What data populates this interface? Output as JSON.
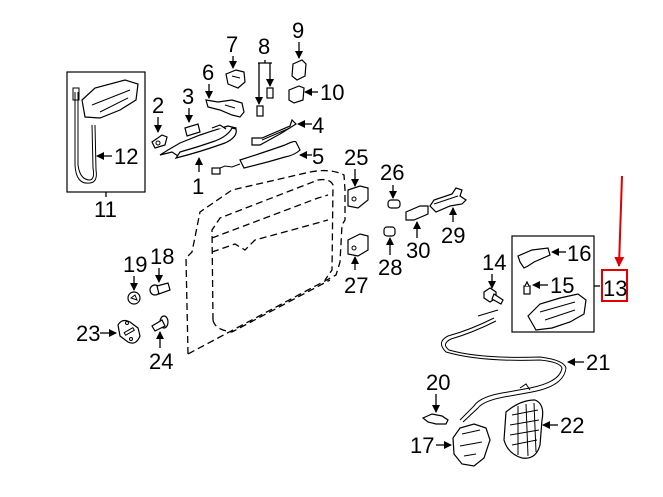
{
  "diagram": {
    "title": "Front door lock & handle components (exploded view)",
    "highlight_color": "#e00000",
    "highlighted_part": "13",
    "callouts": {
      "p1": "1",
      "p2": "2",
      "p3": "3",
      "p4": "4",
      "p5": "5",
      "p6": "6",
      "p7": "7",
      "p8": "8",
      "p9": "9",
      "p10": "10",
      "p11": "11",
      "p12": "12",
      "p13": "13",
      "p14": "14",
      "p15": "15",
      "p16": "16",
      "p17": "17",
      "p18": "18",
      "p19": "19",
      "p20": "20",
      "p21": "21",
      "p22": "22",
      "p23": "23",
      "p24": "24",
      "p25": "25",
      "p26": "26",
      "p27": "27",
      "p28": "28",
      "p29": "29",
      "p30": "30"
    }
  }
}
